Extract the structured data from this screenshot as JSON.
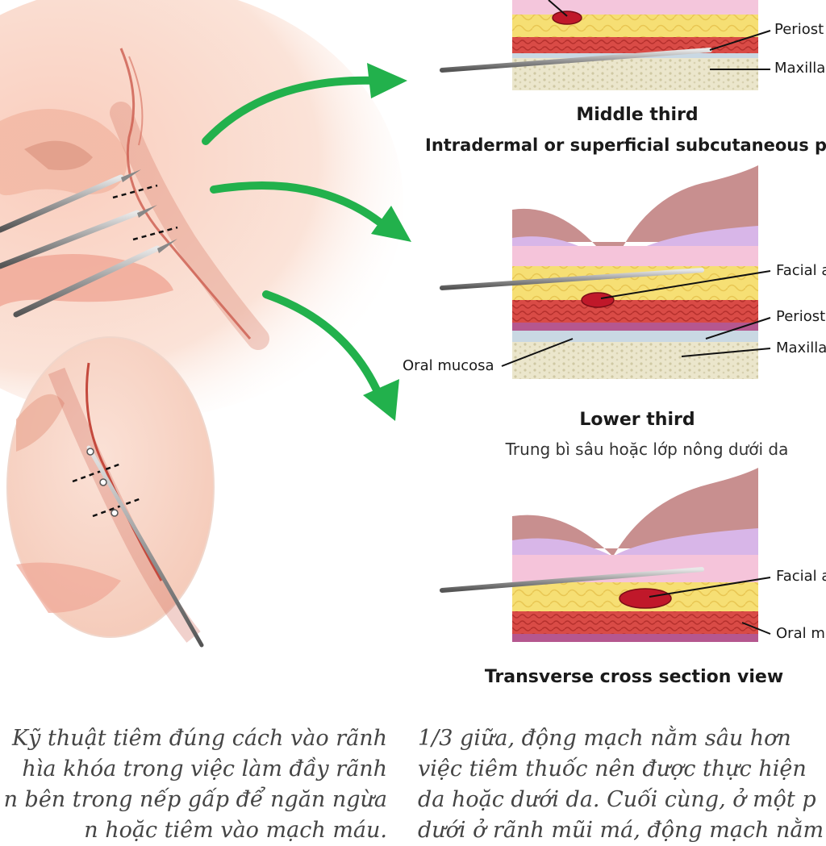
{
  "sections": [
    {
      "labels": [
        "Periost",
        "Maxilla"
      ],
      "title": "Middle third",
      "subtitle": "Intradermal or superficial subcutaneous pla"
    },
    {
      "labels": [
        "Facial a",
        "Periost",
        "Maxilla",
        "Oral mucosa"
      ],
      "title": "Lower third",
      "subtitle": "Trung bì sâu hoặc lớp nông dưới da"
    },
    {
      "labels": [
        "Facial a",
        "Oral m"
      ],
      "title": "Transverse cross section view"
    }
  ],
  "body_text": {
    "left_lines": [
      "Kỹ thuật tiêm đúng cách vào rãnh",
      "hìa khóa trong việc làm đầy rãnh",
      "n bên trong nếp gấp để ngăn ngừa",
      "n hoặc tiêm vào mạch máu."
    ],
    "right_lines": [
      "1/3 giữa, động mạch nằm sâu hơn",
      "việc tiêm thuốc nên được thực hiện",
      "da hoặc dưới da. Cuối cùng, ở một p",
      "dưới ở rãnh mũi má, động mạch nằm"
    ]
  },
  "colors": {
    "arrow_green": "#22b14c",
    "skin": "#f7d3c4",
    "fat": "#f7e27a",
    "muscle": "#d9534f",
    "vessel": "#c0182a",
    "bone": "#e8e3c8"
  }
}
